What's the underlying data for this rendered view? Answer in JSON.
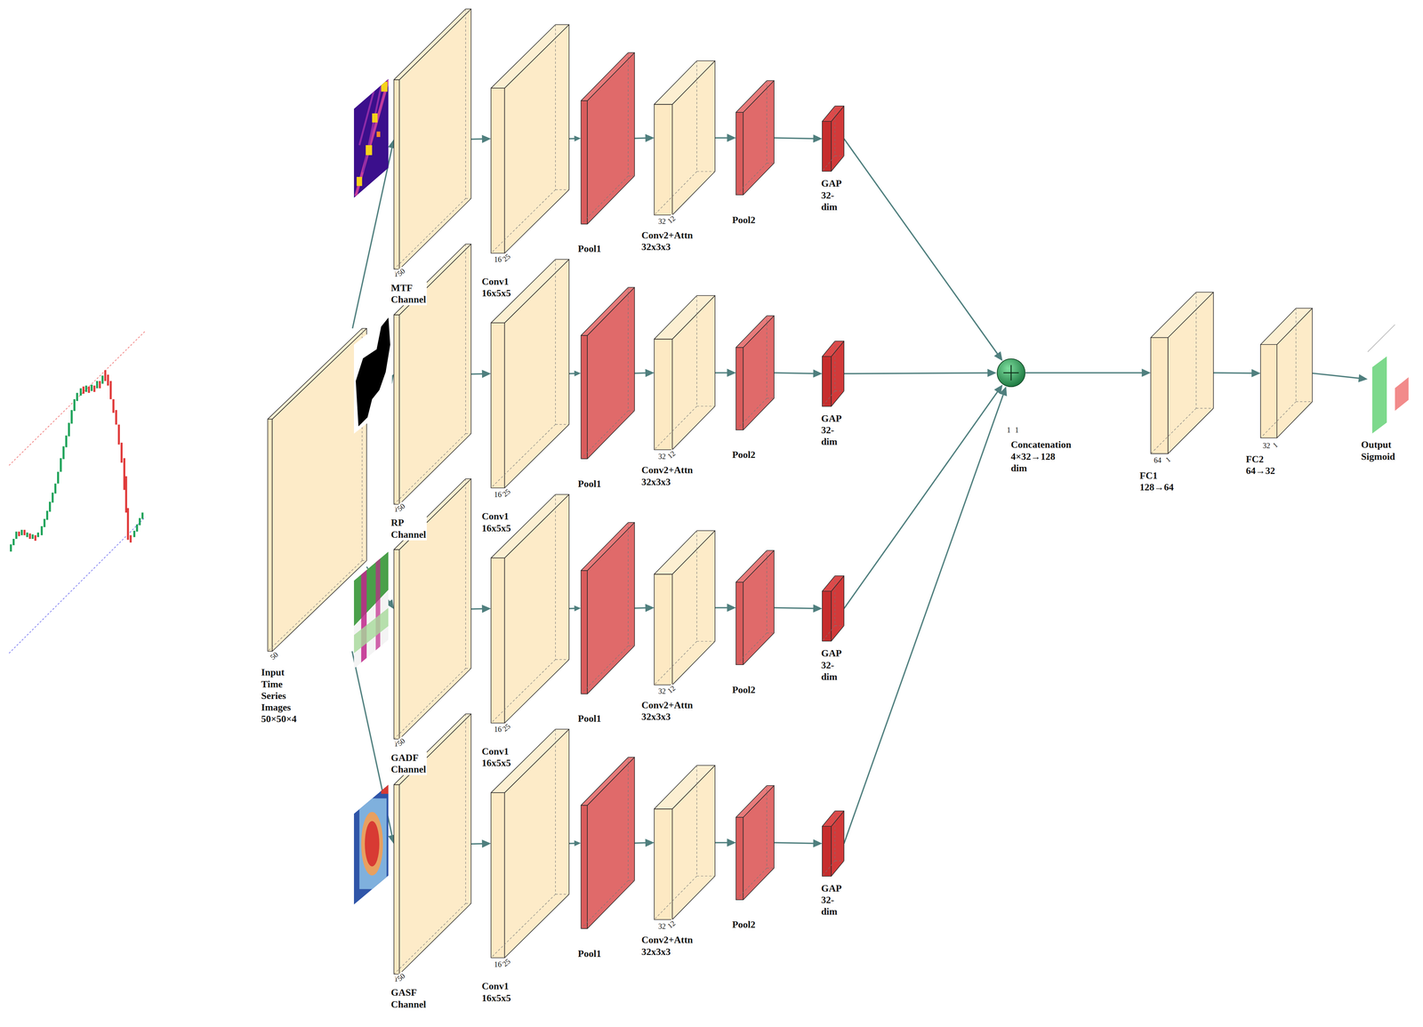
{
  "diagram": {
    "nodes": [
      {
        "text": [
          "50",
          "Input Time Series Images 50×50×4"
        ]
      },
      {
        "text": [
          "1",
          "50",
          "MTF Channel"
        ]
      },
      {
        "text": [
          "16",
          "25",
          "Conv1 16x5x5"
        ]
      },
      {
        "text": [
          "Pool1"
        ]
      },
      {
        "text": [
          "32",
          "12",
          "Conv2+Attn 32x3x3"
        ]
      },
      {
        "text": [
          "Pool2"
        ]
      },
      {
        "text": [
          "GAP 32-dim"
        ]
      },
      {
        "text": [
          "1",
          "50",
          "RP Channel"
        ]
      },
      {
        "text": [
          "16",
          "25",
          "Conv1 16x5x5"
        ]
      },
      {
        "text": [
          "Pool1"
        ]
      },
      {
        "text": [
          "32",
          "12",
          "Conv2+Attn 32x3x3"
        ]
      },
      {
        "text": [
          "Pool2"
        ]
      },
      {
        "text": [
          "GAP 32-dim"
        ]
      },
      {
        "text": [
          "1",
          "50",
          "GADF Channel"
        ]
      },
      {
        "text": [
          "16",
          "25",
          "Conv1 16x5x5"
        ]
      },
      {
        "text": [
          "Pool1"
        ]
      },
      {
        "text": [
          "32",
          "12",
          "Conv2+Attn 32x3x3"
        ]
      },
      {
        "text": [
          "Pool2"
        ]
      },
      {
        "text": [
          "GAP 32-dim"
        ]
      },
      {
        "text": [
          "1",
          "50",
          "GASF Channel"
        ]
      },
      {
        "text": [
          "16",
          "25",
          "Conv1 16x5x5"
        ]
      },
      {
        "text": [
          "Pool1"
        ]
      },
      {
        "text": [
          "32",
          "12",
          "Conv2+Attn 32x3x3"
        ]
      },
      {
        "text": [
          "Pool2"
        ]
      },
      {
        "text": [
          "GAP 32-dim"
        ]
      },
      {
        "text": [
          "1",
          "1",
          "Concatenation 4×32→128 dim"
        ]
      },
      {
        "text": [
          "64",
          "1",
          "FC1 128→64"
        ]
      },
      {
        "text": [
          "32",
          "1",
          "FC2 64→32"
        ]
      },
      {
        "text": [
          "Output Sigmoid"
        ]
      }
    ],
    "edges": [
      {
        "from": 0,
        "to": 1,
        "arrow": "to"
      },
      {
        "from": 0,
        "to": 7,
        "arrow": "to"
      },
      {
        "from": 0,
        "to": 13,
        "arrow": "to"
      },
      {
        "from": 0,
        "to": 19,
        "arrow": "to"
      },
      {
        "from": 1,
        "to": 2,
        "arrow": "to"
      },
      {
        "from": 2,
        "to": 3,
        "arrow": "to"
      },
      {
        "from": 3,
        "to": 4,
        "arrow": "to"
      },
      {
        "from": 4,
        "to": 5,
        "arrow": "to"
      },
      {
        "from": 5,
        "to": 6,
        "arrow": "to"
      },
      {
        "from": 6,
        "to": 25,
        "arrow": "to"
      },
      {
        "from": 7,
        "to": 8,
        "arrow": "to"
      },
      {
        "from": 8,
        "to": 9,
        "arrow": "to"
      },
      {
        "from": 9,
        "to": 10,
        "arrow": "to"
      },
      {
        "from": 10,
        "to": 11,
        "arrow": "to"
      },
      {
        "from": 11,
        "to": 12,
        "arrow": "to"
      },
      {
        "from": 12,
        "to": 25,
        "arrow": "to"
      },
      {
        "from": 13,
        "to": 14,
        "arrow": "to"
      },
      {
        "from": 14,
        "to": 15,
        "arrow": "to"
      },
      {
        "from": 15,
        "to": 16,
        "arrow": "to"
      },
      {
        "from": 16,
        "to": 17,
        "arrow": "to"
      },
      {
        "from": 17,
        "to": 18,
        "arrow": "to"
      },
      {
        "from": 18,
        "to": 25,
        "arrow": "to"
      },
      {
        "from": 19,
        "to": 20,
        "arrow": "to"
      },
      {
        "from": 20,
        "to": 21,
        "arrow": "to"
      },
      {
        "from": 21,
        "to": 22,
        "arrow": "to"
      },
      {
        "from": 22,
        "to": 23,
        "arrow": "to"
      },
      {
        "from": 23,
        "to": 24,
        "arrow": "to"
      },
      {
        "from": 24,
        "to": 25,
        "arrow": "to"
      },
      {
        "from": 25,
        "to": 26,
        "arrow": "to"
      },
      {
        "from": 26,
        "to": 27,
        "arrow": "to"
      },
      {
        "from": 27,
        "to": 28,
        "arrow": "to"
      }
    ]
  }
}
